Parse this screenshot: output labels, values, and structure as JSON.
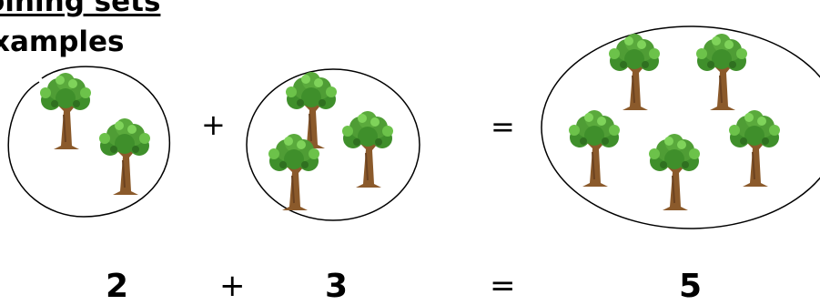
{
  "heading": {
    "line1": "oining sets",
    "line2": "xamples"
  },
  "equation": {
    "plus_symbol": "+",
    "equals_symbol": "=",
    "first_count": "2",
    "second_count": "3",
    "total_count": "5"
  },
  "icons": {
    "set_member": "tree-icon"
  },
  "colors": {
    "foliage": "#3f8f2b",
    "foliage_light": "#6cc24a",
    "trunk": "#8b5a2b",
    "outline": "#000000"
  }
}
